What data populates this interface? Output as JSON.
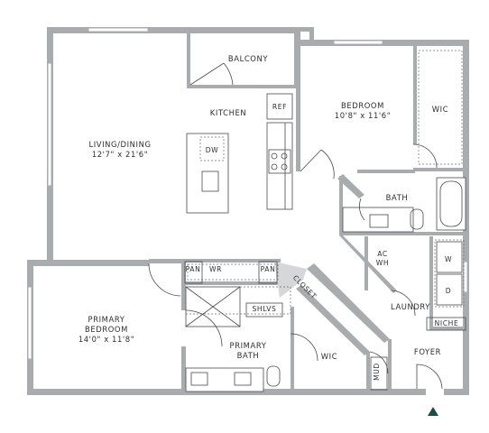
{
  "rooms": {
    "balcony": "BALCONY",
    "kitchen": "KITCHEN",
    "ref": "REF",
    "dw": "DW",
    "living_name": "LIVING/DINING",
    "living_dims": "12'7\" x 21'6\"",
    "bedroom_name": "BEDROOM",
    "bedroom_dims": "10'8\" x 11'6\"",
    "wic_bedroom": "WIC",
    "bath": "BATH",
    "ac_line1": "AC",
    "ac_line2": "WH",
    "washer": "W",
    "dryer": "D",
    "laundry": "LAUNDRY",
    "niche": "NICHE",
    "foyer": "FOYER",
    "mud": "MUD",
    "wic_primary": "WIC",
    "closet": "CLOSET",
    "pan_left": "PAN",
    "wr": "WR",
    "pan_right": "PAN",
    "shlvs": "SHLVS",
    "primary_bath_line1": "PRIMARY",
    "primary_bath_line2": "BATH",
    "primary_bed_line1": "PRIMARY",
    "primary_bed_line2": "BEDROOM",
    "primary_bed_dims": "14'0\" x 11'8\""
  },
  "colors": {
    "wall": "#a9acaf",
    "entry_marker": "#1f4a4a"
  }
}
